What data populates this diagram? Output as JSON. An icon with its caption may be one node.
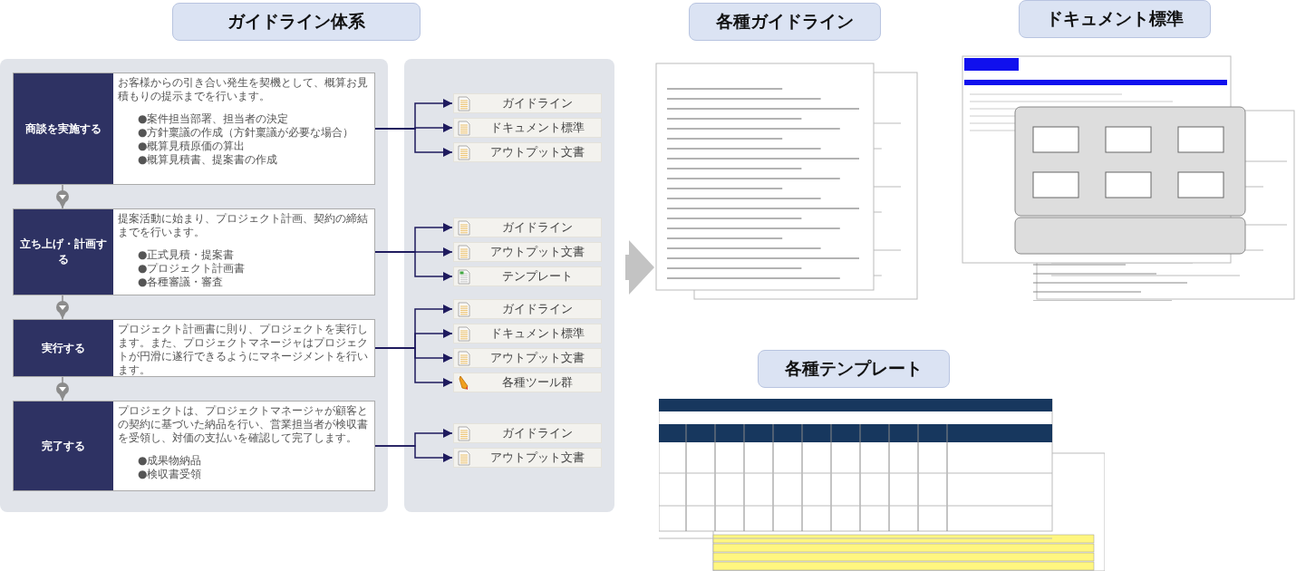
{
  "diagram": {
    "nodes": [
      {
        "text": [
          "ガイドライン体系"
        ]
      },
      {
        "text": [],
        "shape": "box"
      },
      {
        "text": [
          "**商談**を実施する",
          "お客様からの引き合い発生を契機として、概算お見積もりの提示までを行います。",
          "●案件担当部署、担当者の決定",
          "●方針稟議の作成（方針稟議が必要な場合）",
          "●概算見積原価の算出",
          "●概算見積書、提案書の作成"
        ],
        "in": 1
      },
      {
        "text": [
          "**立ち上げ・計画**する",
          "提案活動に始まり、プロジェクト計画、契約の締結までを行います。",
          "●正式見積・提案書",
          "●プロジェクト計画書",
          "●各種審議・審査"
        ],
        "in": 1
      },
      {
        "text": [
          "**実行**する",
          "プロジェクト計画書に則り、プロジェクトを実行します。また、プロジェクトマネージャはプロジェクトが円滑に遂行できるようにマネージメントを行います。"
        ],
        "in": 1
      },
      {
        "text": [
          "**完了**する",
          "プロジェクトは、プロジェクトマネージャが顧客との契約に基づいた納品を行い、営業担当者が検収書を受領し、対価の支払いを確認して完了します。",
          "●成果物納品",
          "●検収書受領"
        ],
        "in": 1
      },
      {
        "text": [],
        "shape": "box"
      },
      {
        "text": [
          "ガイドライン"
        ],
        "in": 6
      },
      {
        "text": [
          "ドキュメント標準"
        ],
        "in": 6
      },
      {
        "text": [
          "アウトプット文書"
        ],
        "in": 6
      },
      {
        "text": [
          "ガイドライン"
        ],
        "in": 6
      },
      {
        "text": [
          "アウトプット文書"
        ],
        "in": 6
      },
      {
        "text": [
          "テンプレート"
        ],
        "in": 6
      },
      {
        "text": [
          "ガイドライン"
        ],
        "in": 6
      },
      {
        "text": [
          "ドキュメント標準"
        ],
        "in": 6
      },
      {
        "text": [
          "アウトプット文書"
        ],
        "in": 6
      },
      {
        "text": [
          "各種ツール群"
        ],
        "in": 6
      },
      {
        "text": [
          "ガイドライン"
        ],
        "in": 6
      },
      {
        "text": [
          "アウトプット文書"
        ],
        "in": 6
      },
      {
        "text": [
          "各種ガイドライン"
        ]
      },
      {
        "text": [],
        "shape": "picture"
      },
      {
        "text": [
          "ドキュメント標準"
        ]
      },
      {
        "text": [],
        "shape": "picture"
      },
      {
        "text": [
          "各種テンプレート"
        ]
      },
      {
        "text": [],
        "shape": "picture"
      }
    ],
    "edges": [
      {
        "from": 2,
        "to": 3,
        "arrow": "to",
        "color": "#8c8c8c"
      },
      {
        "from": 3,
        "to": 4,
        "arrow": "to",
        "color": "#8c8c8c"
      },
      {
        "from": 4,
        "to": 5,
        "arrow": "to",
        "color": "#8c8c8c"
      },
      {
        "from": 2,
        "to": 7,
        "arrow": "to"
      },
      {
        "from": 2,
        "to": 8,
        "arrow": "to"
      },
      {
        "from": 2,
        "to": 9,
        "arrow": "to"
      },
      {
        "from": 3,
        "to": 10,
        "arrow": "to"
      },
      {
        "from": 3,
        "to": 11,
        "arrow": "to"
      },
      {
        "from": 3,
        "to": 12,
        "arrow": "to"
      },
      {
        "from": 4,
        "to": 13,
        "arrow": "to"
      },
      {
        "from": 4,
        "to": 14,
        "arrow": "to"
      },
      {
        "from": 4,
        "to": 15,
        "arrow": "to"
      },
      {
        "from": 4,
        "to": 16,
        "arrow": "to"
      },
      {
        "from": 5,
        "to": 17,
        "arrow": "to"
      },
      {
        "from": 5,
        "to": 18,
        "arrow": "to"
      },
      {
        "from": null,
        "to": 20,
        "arrow": "to"
      }
    ]
  }
}
